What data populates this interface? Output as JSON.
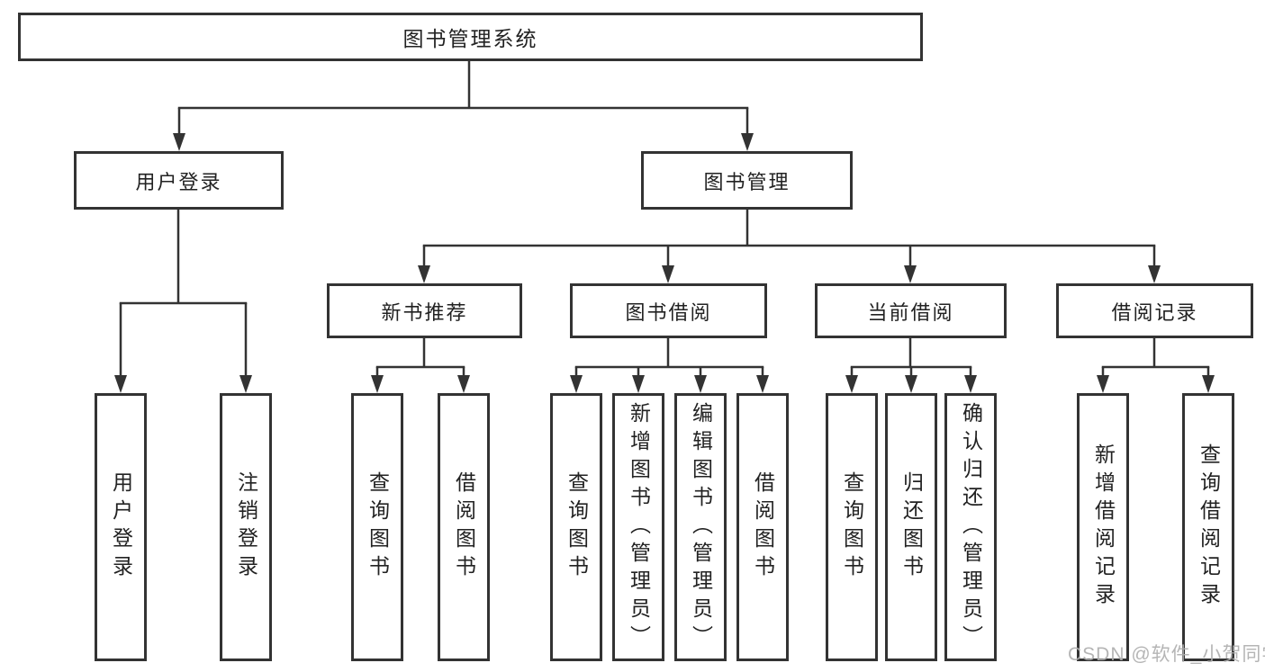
{
  "tree": {
    "label": "图书管理系统",
    "children": [
      {
        "label": "用户登录",
        "children": [
          {
            "label": "用户登录"
          },
          {
            "label": "注销登录"
          }
        ]
      },
      {
        "label": "图书管理",
        "children": [
          {
            "label": "新书推荐",
            "children": [
              {
                "label": "查询图书"
              },
              {
                "label": "借阅图书"
              }
            ]
          },
          {
            "label": "图书借阅",
            "children": [
              {
                "label": "查询图书"
              },
              {
                "label": "新增图书（管理员）"
              },
              {
                "label": "编辑图书（管理员）"
              },
              {
                "label": "借阅图书"
              }
            ]
          },
          {
            "label": "当前借阅",
            "children": [
              {
                "label": "查询图书"
              },
              {
                "label": "归还图书"
              },
              {
                "label": "确认归还（管理员）"
              }
            ]
          },
          {
            "label": "借阅记录",
            "children": [
              {
                "label": "新增借阅记录"
              },
              {
                "label": "查询借阅记录"
              }
            ]
          }
        ]
      }
    ]
  },
  "watermark": "CSDN @软件_小贺同学",
  "colors": {
    "line": "#333333",
    "text": "#222222",
    "background": "#ffffff",
    "watermark": "#afafaf"
  }
}
